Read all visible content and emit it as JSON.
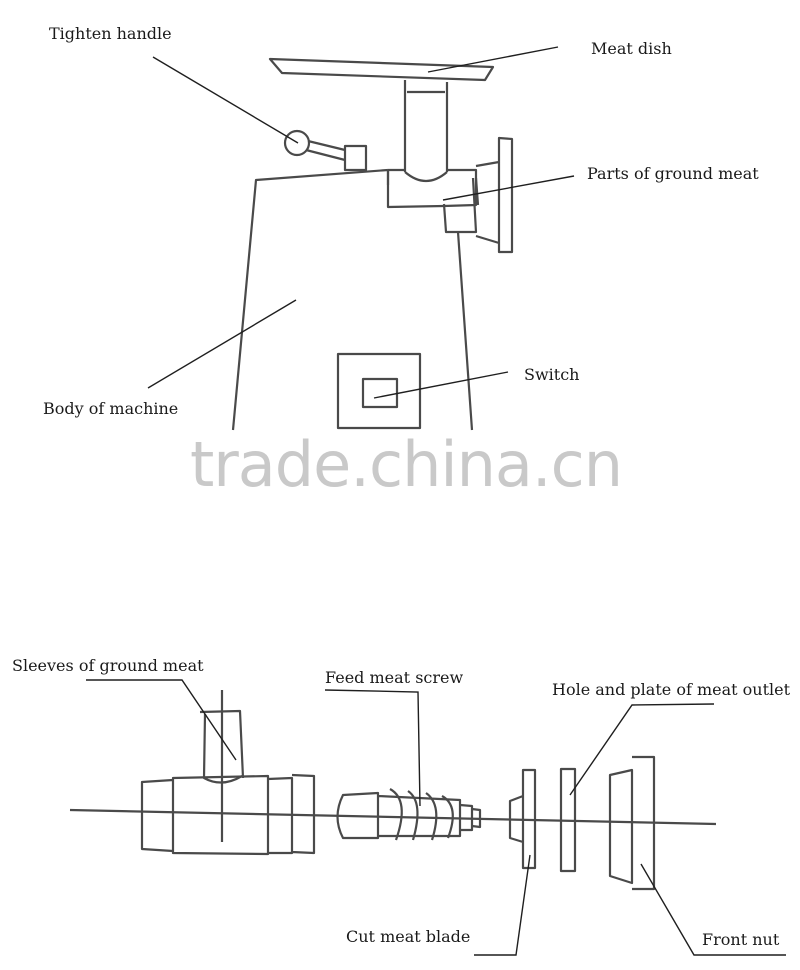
{
  "labels": {
    "tighten_handle": "Tighten handle",
    "meat_dish": "Meat dish",
    "parts_of_ground_meat": "Parts of ground meat",
    "body_of_machine": "Body of machine",
    "switch": "Switch",
    "sleeves_of_ground_meat": "Sleeves of ground meat",
    "feed_meat_screw": "Feed meat screw",
    "hole_and_plate": "Hole and plate of meat outlet",
    "cut_meat_blade": "Cut meat blade",
    "front_nut": "Front nut"
  },
  "watermark": "trade.china.cn"
}
